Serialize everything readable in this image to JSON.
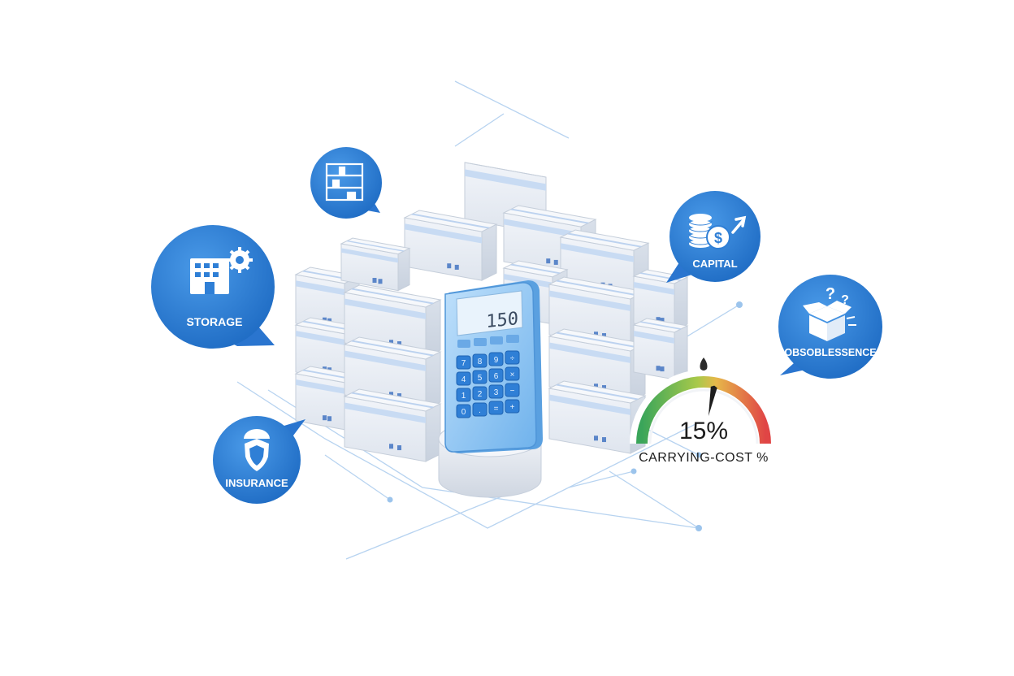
{
  "bubbles": {
    "storage": {
      "label": "STORAGE",
      "icon": "building-gear-icon"
    },
    "shelving": {
      "icon": "warehouse-shelf-icon"
    },
    "capital": {
      "label": "CAPITAL",
      "icon": "coins-dollar-arrow-icon"
    },
    "obsolescence": {
      "label": "OBSOBLESSENCE",
      "icon": "open-box-question-icon"
    },
    "insurance": {
      "label": "INSURANCE",
      "icon": "shield-umbrella-icon"
    }
  },
  "calculator": {
    "display": "150",
    "keys": [
      "7",
      "8",
      "9",
      "÷",
      "4",
      "5",
      "6",
      "×",
      "1",
      "2",
      "3",
      "−",
      "0",
      ".",
      "=",
      "+"
    ]
  },
  "gauge": {
    "value": "15%",
    "label": "CARRYING-COST %",
    "level_fraction": 0.56
  },
  "colors": {
    "bubble_blue": "#2f7fd6",
    "box_face": "#e9edf4",
    "box_tape": "#b9cfee",
    "gauge_green": "#3aa55a",
    "gauge_yellow": "#e6b84a",
    "gauge_red": "#e04545",
    "calculator_body": "#8ec5f2"
  }
}
